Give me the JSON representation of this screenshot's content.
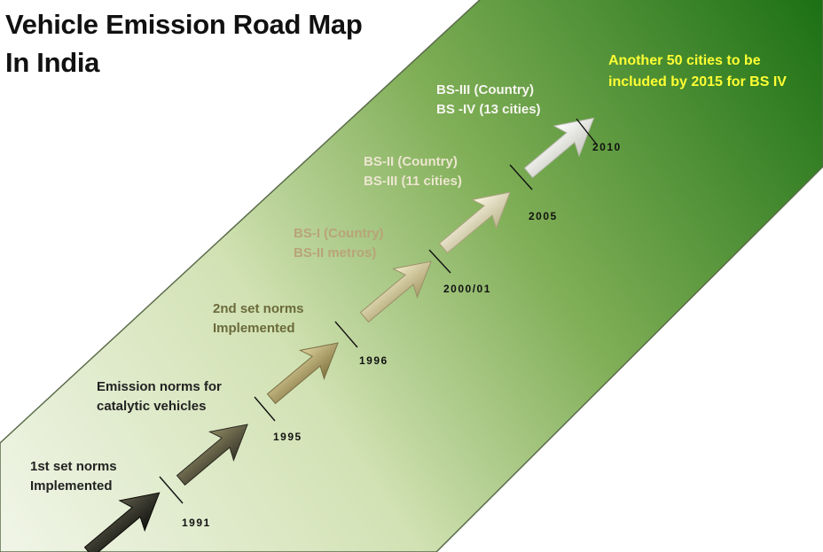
{
  "title": {
    "line1": "Vehicle Emission Road Map",
    "line2": "In India"
  },
  "colors": {
    "band_light": "#f1f5e8",
    "band_dark": "#1c7014",
    "note": "#ffff33"
  },
  "milestones": [
    {
      "year": "1991",
      "label": [
        "1st set norms",
        "Implemented"
      ],
      "label_color": "#222222",
      "arrow": "dark-olive"
    },
    {
      "year": "1995",
      "label": [
        "Emission norms for",
        "catalytic vehicles"
      ],
      "label_color": "#222222",
      "arrow": "olive"
    },
    {
      "year": "1996",
      "label": [
        "2nd set norms",
        "Implemented"
      ],
      "label_color": "#6b6a3a",
      "arrow": "khaki"
    },
    {
      "year": "2000/01",
      "label": [
        "BS-I  (Country)",
        "BS-II metros)"
      ],
      "label_color": "#b8a478",
      "arrow": "beige"
    },
    {
      "year": "2005",
      "label": [
        "BS-II (Country)",
        "BS-III (11 cities)"
      ],
      "label_color": "#ece6cf",
      "arrow": "cream"
    },
    {
      "year": "2010",
      "label": [
        "BS-III (Country)",
        "BS -IV (13 cities)"
      ],
      "label_color": "#f6f6f0",
      "arrow": "white"
    }
  ],
  "note": {
    "line1": "Another 50 cities to be",
    "line2": "included by 2015 for BS IV"
  }
}
